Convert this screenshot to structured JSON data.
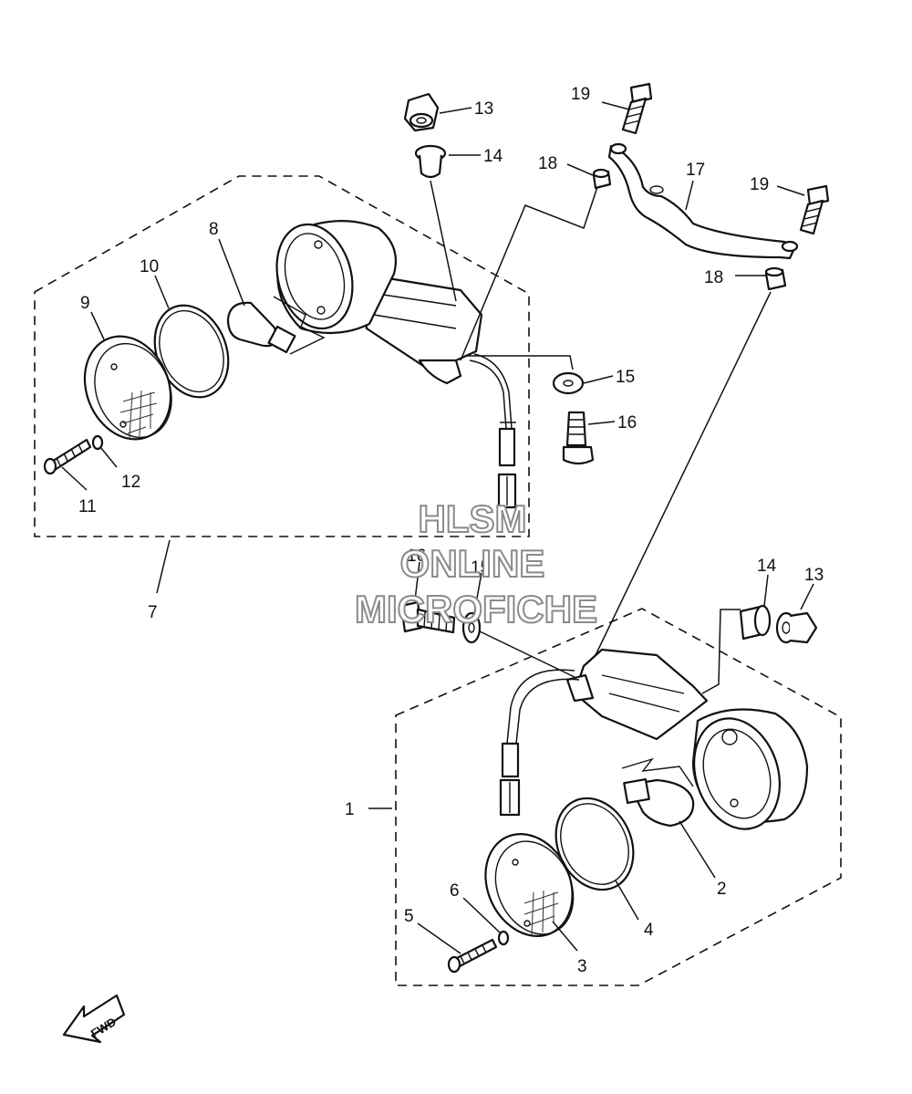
{
  "labels": {
    "p1": "1",
    "p2": "2",
    "p3": "3",
    "p4": "4",
    "p5": "5",
    "p6": "6",
    "p7": "7",
    "p8": "8",
    "p9": "9",
    "p10": "10",
    "p11": "11",
    "p12": "12",
    "p13a": "13",
    "p13b": "13",
    "p14a": "14",
    "p14b": "14",
    "p15a": "15",
    "p15b": "15",
    "p16a": "16",
    "p16b": "16",
    "p17": "17",
    "p18a": "18",
    "p18b": "18",
    "p19a": "19",
    "p19b": "19"
  },
  "watermark": {
    "line1": "HLSM",
    "line2": "ONLINE",
    "line3": "MICROFICHE"
  },
  "fwd": {
    "label": "FWD"
  }
}
